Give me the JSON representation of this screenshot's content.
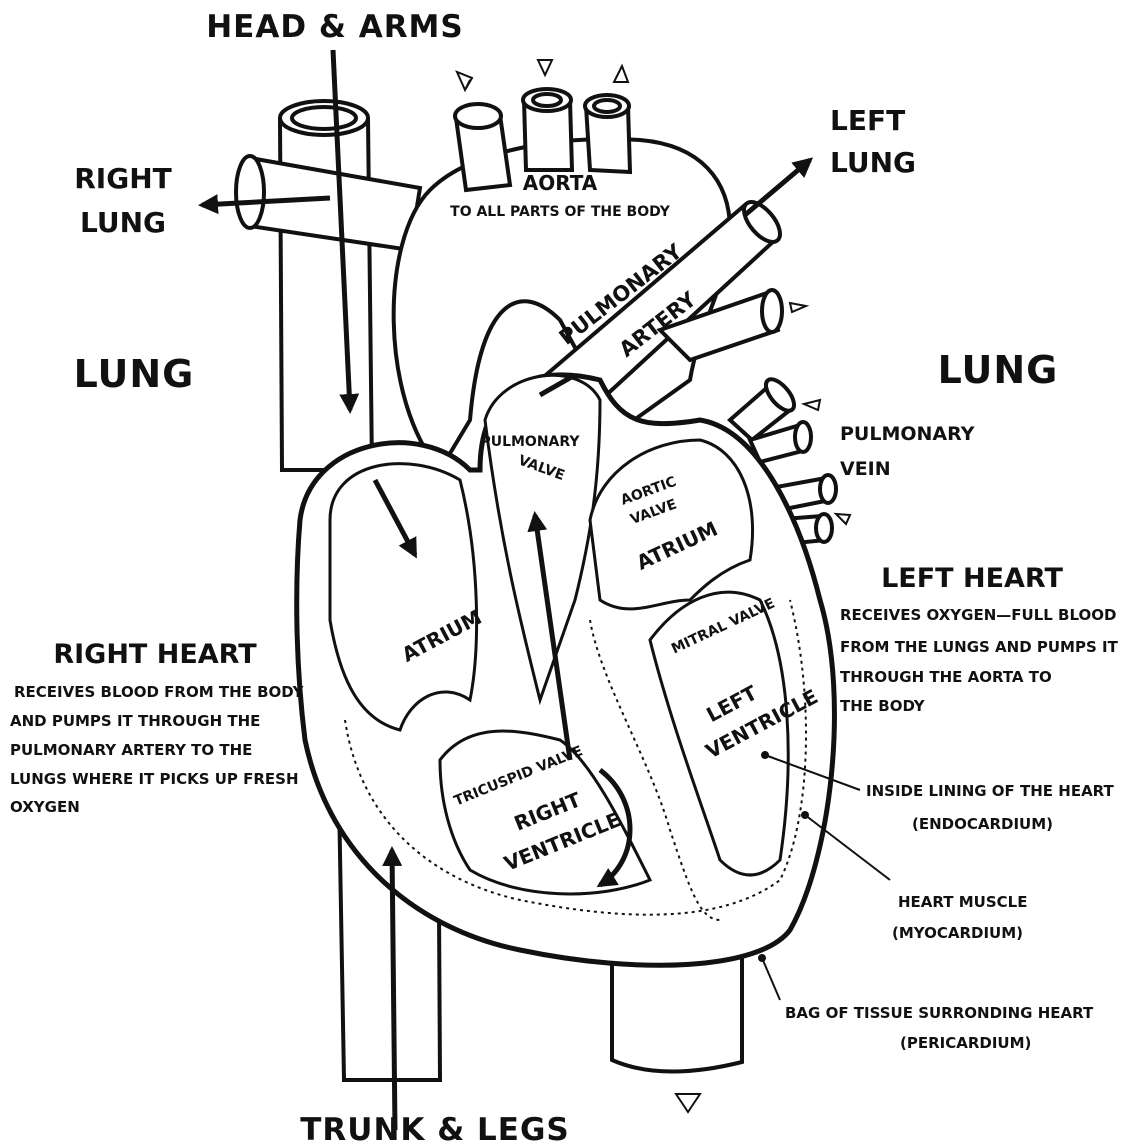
{
  "labels": {
    "head_arms": "HEAD & ARMS",
    "trunk_legs": "TRUNK & LEGS",
    "right_lung_1": "RIGHT",
    "right_lung_2": "LUNG",
    "left_lung_1": "LEFT",
    "left_lung_2": "LUNG",
    "lung_left_side": "LUNG",
    "lung_right_side": "LUNG",
    "aorta": "AORTA",
    "aorta_sub": "TO ALL PARTS OF THE BODY",
    "pulmonary_artery_1": "PULMONARY",
    "pulmonary_artery_2": "ARTERY",
    "pulmonary_vein_1": "PULMONARY",
    "pulmonary_vein_2": "VEIN",
    "pulmonary_valve_1": "PULMONARY",
    "pulmonary_valve_2": "VALVE",
    "aortic_valve_1": "AORTIC",
    "aortic_valve_2": "VALVE",
    "atrium_left": "ATRIUM",
    "atrium_right": "ATRIUM",
    "mitral_valve": "MITRAL VALVE",
    "tricuspid_valve": "TRICUSPID VALVE",
    "right_ventricle_1": "RIGHT",
    "right_ventricle_2": "VENTRICLE",
    "left_ventricle_1": "LEFT",
    "left_ventricle_2": "VENTRICLE"
  },
  "right_heart": {
    "title": "RIGHT HEART",
    "lines": [
      "RECEIVES BLOOD FROM THE BODY",
      "AND PUMPS IT THROUGH THE",
      "PULMONARY ARTERY TO THE",
      "LUNGS WHERE IT PICKS UP FRESH",
      "OXYGEN"
    ]
  },
  "left_heart": {
    "title": "LEFT HEART",
    "lines": [
      "RECEIVES OXYGEN—FULL BLOOD",
      "FROM THE LUNGS AND PUMPS IT",
      "THROUGH THE AORTA TO",
      "THE BODY"
    ]
  },
  "callouts": {
    "endocardium_1": "INSIDE LINING OF THE HEART",
    "endocardium_2": "(ENDOCARDIUM)",
    "myocardium_1": "HEART MUSCLE",
    "myocardium_2": "(MYOCARDIUM)",
    "pericardium_1": "BAG OF TISSUE SURRONDING HEART",
    "pericardium_2": "(PERICARDIUM)"
  },
  "colors": {
    "ink": "#111111",
    "paper": "#ffffff"
  }
}
